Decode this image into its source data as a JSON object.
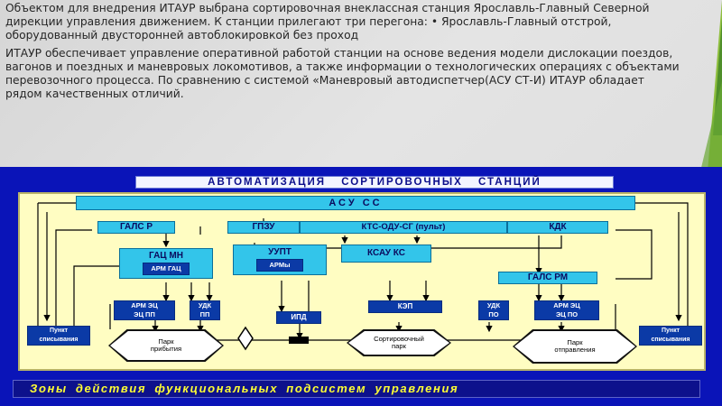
{
  "paragraph1": "Объектом для внедрения ИТАУР выбрана сортировочная внеклассная станция Ярославль-Главный Северной дирекции управления движением. К станции прилегают три перегона: • Ярославль-Главный отстрой, оборудованный двусторонней автоблокировкой без проход",
  "paragraph2": "ИТАУР обеспечивает управление оперативной работой станции на основе ведения модели дислокации поездов, вагонов и поездных и маневровых локомотивов, а также информации о технологических операциях с объектами перевозочного процесса. По сравнению с системой «Маневровый автодиспетчер(АСУ СТ-И) ИТАУР обладает рядом качественных отличий.",
  "diagram": {
    "title": "АВТОМАТИЗАЦИЯ СОРТИРОВОЧНЫХ СТАНЦИЙ",
    "footer": "Зоны действия функциональных подсистем управления",
    "asu_ss": "АСУ СС",
    "gals_r": "ГАЛС Р",
    "gpzu": "ГПЗУ",
    "kts": "КТС-ОДУ-СГ (пульт)",
    "kdk": "КДК",
    "gac_mn": "ГАЦ МН",
    "arm_gac": "АРМ ГАЦ",
    "upt": "УУПТ",
    "arms": "АРМы",
    "ksau": "КСАУ КС",
    "gals_rm": "ГАЛС РМ",
    "arm_ec_left_1": "АРМ ЭЦ",
    "arm_ec_left_2": "ЭЦ ПП",
    "udk_pp_1": "УДК",
    "udk_pp_2": "ПП",
    "ipd": "ИПД",
    "kep": "КЭП",
    "udk_po_1": "УДК",
    "udk_po_2": "ПО",
    "arm_ec_right_1": "АРМ ЭЦ",
    "arm_ec_right_2": "ЭЦ ПО",
    "punkt_left_1": "Пункт",
    "punkt_left_2": "списывания",
    "punkt_right_1": "Пункт",
    "punkt_right_2": "списывания",
    "park_arrival_1": "Парк",
    "park_arrival_2": "прибытия",
    "park_sort_1": "Сортировочный",
    "park_sort_2": "парк",
    "park_depart_1": "Парк",
    "park_depart_2": "отправления"
  },
  "colors": {
    "frame_blue": "#0a14b8",
    "scheme_bg": "#fffdc2",
    "cyan_box": "#33c5ea",
    "dark_box": "#0b3aa6",
    "footer_text": "#ffff33"
  }
}
